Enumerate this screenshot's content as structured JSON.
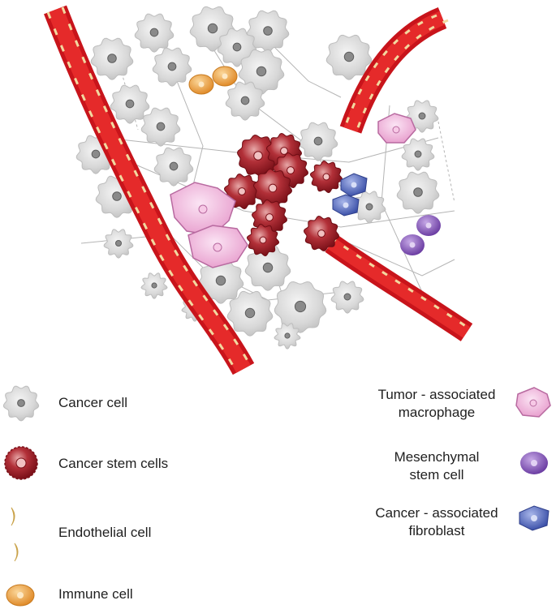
{
  "legend": {
    "cancer_cell": "Cancer cell",
    "cancer_stem_cells": "Cancer stem cells",
    "endothelial_cell": "Endothelial cell",
    "immune_cell": "Immune cell",
    "tumor_associated_macrophage": {
      "line1": "Tumor - associated",
      "line2": "macrophage"
    },
    "mesenchymal_stem_cell": {
      "line1": "Mesenchymal",
      "line2": "stem cell"
    },
    "cancer_associated_fibroblast": {
      "line1": "Cancer - associated",
      "line2": "fibroblast"
    }
  },
  "colors": {
    "cancer_cell": "#d9d9d9",
    "cancer_stem_cell": "#9b1c23",
    "vessel": "#d4161c",
    "endothelial": "#f2d9a0",
    "immune_cell": "#e8a23a",
    "macrophage": "#efb6de",
    "mesenchymal": "#8a5ab8",
    "fibroblast": "#5b6fc0"
  }
}
